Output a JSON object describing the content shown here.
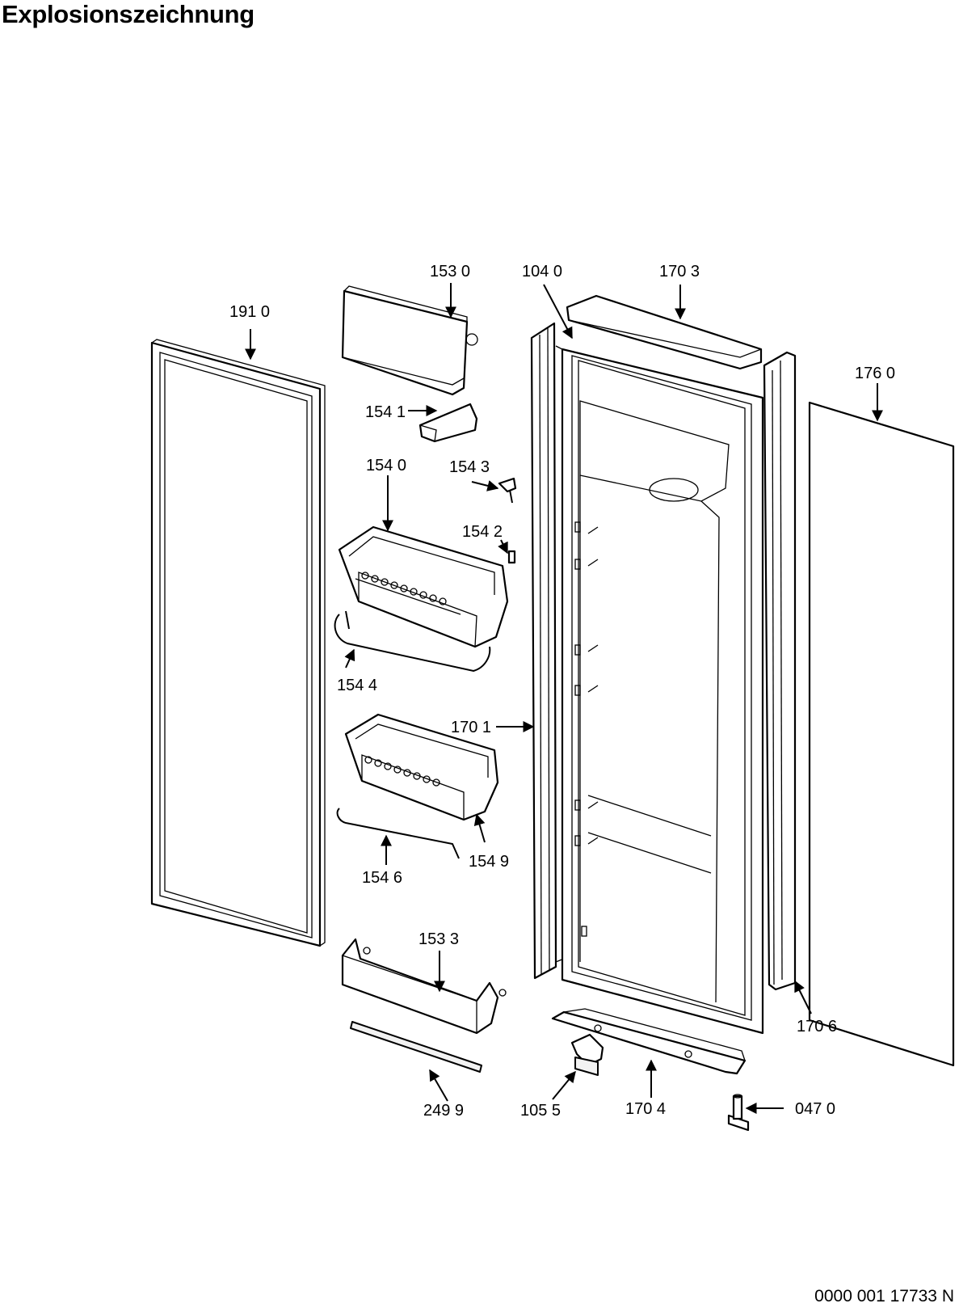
{
  "title": "Explosionszeichnung",
  "document_number": "0000 001 17733 N",
  "parts": [
    {
      "id": "door-gasket",
      "label": "191 0"
    },
    {
      "id": "top-cover",
      "label": "153 0"
    },
    {
      "id": "door-assembly",
      "label": "104 0"
    },
    {
      "id": "top-trim",
      "label": "170 3"
    },
    {
      "id": "outer-panel",
      "label": "176 0"
    },
    {
      "id": "cover-clip",
      "label": "154 1"
    },
    {
      "id": "door-bin-upper",
      "label": "154 0"
    },
    {
      "id": "screw",
      "label": "154 3"
    },
    {
      "id": "pin",
      "label": "154 2"
    },
    {
      "id": "wire-rail-upper",
      "label": "154 4"
    },
    {
      "id": "side-trim-left",
      "label": "170 1"
    },
    {
      "id": "door-bin-lower",
      "label": "154 9"
    },
    {
      "id": "wire-rail-lower",
      "label": "154 6"
    },
    {
      "id": "bottom-shelf",
      "label": "153 3"
    },
    {
      "id": "side-trim-right",
      "label": "170 6"
    },
    {
      "id": "seal-strip",
      "label": "249 9"
    },
    {
      "id": "hinge-plate",
      "label": "105 5"
    },
    {
      "id": "bottom-trim",
      "label": "170 4"
    },
    {
      "id": "hinge-pin",
      "label": "047 0"
    }
  ]
}
